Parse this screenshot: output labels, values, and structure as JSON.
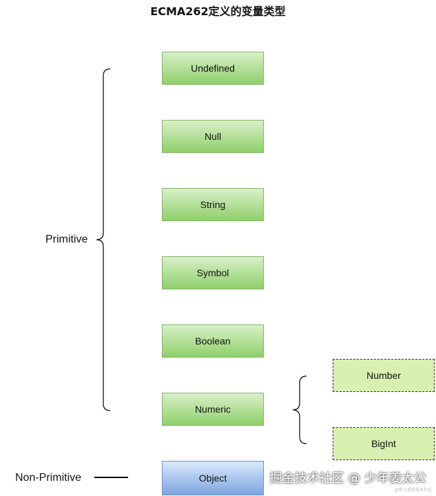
{
  "title": "ECMA262定义的变量类型",
  "groups": {
    "primitive_label": "Primitive",
    "non_primitive_label": "Non-Primitive"
  },
  "types": {
    "undefined": "Undefined",
    "null": "Null",
    "string": "String",
    "symbol": "Symbol",
    "boolean": "Boolean",
    "numeric": "Numeric",
    "object": "Object"
  },
  "numeric_subtypes": {
    "number": "Number",
    "bigint": "BigInt"
  },
  "watermark": {
    "text": "掘金技术社区 @ 少年姜太公",
    "subtext": "@稀土掘金技术社区"
  },
  "colors": {
    "primitive_fill": "#8fd06a",
    "primitive_border": "#82b366",
    "object_fill": "#7ea6e0",
    "object_border": "#6c8ebf",
    "subtype_fill": "#d8f0b0"
  }
}
